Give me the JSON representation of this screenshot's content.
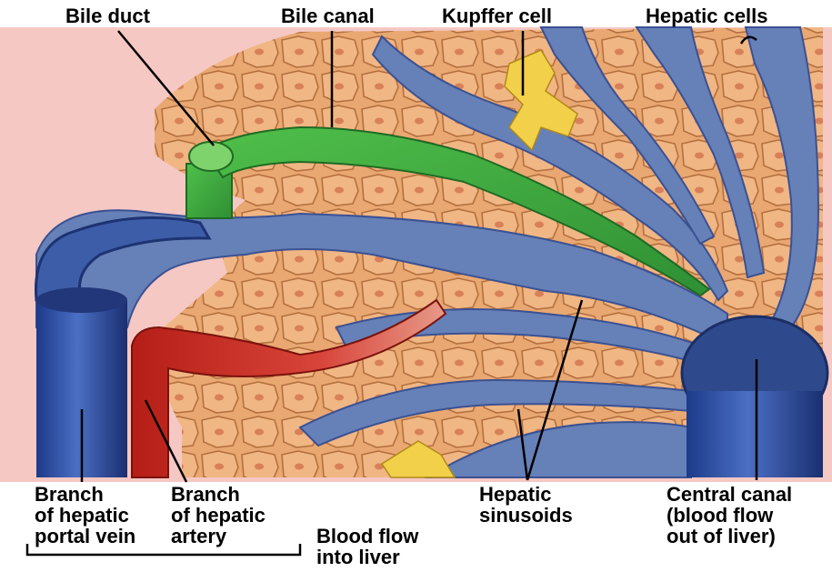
{
  "labels": {
    "bile_duct": "Bile duct",
    "bile_canal": "Bile canal",
    "kupffer_cell": "Kupffer cell",
    "hepatic_cells": "Hepatic cells",
    "branch_portal_vein": [
      "Branch",
      "of hepatic",
      "portal vein"
    ],
    "branch_hepatic_artery": [
      "Branch",
      "of hepatic",
      "artery"
    ],
    "blood_flow_into": [
      "Blood flow",
      "into liver"
    ],
    "hepatic_sinusoids": [
      "Hepatic",
      "sinusoids"
    ],
    "central_canal": [
      "Central canal",
      "(blood flow",
      "out of liver)"
    ]
  },
  "colors": {
    "background_pink": "#f5c8c4",
    "hepatocyte": "#e8a46a",
    "hepatocyte_border": "#a0603a",
    "vessel_blue": "#5870a8",
    "vessel_dark": "#2b3f78",
    "bile_green": "#3aa038",
    "artery_red": "#c8281c",
    "kupffer_yellow": "#f2cf3c"
  }
}
